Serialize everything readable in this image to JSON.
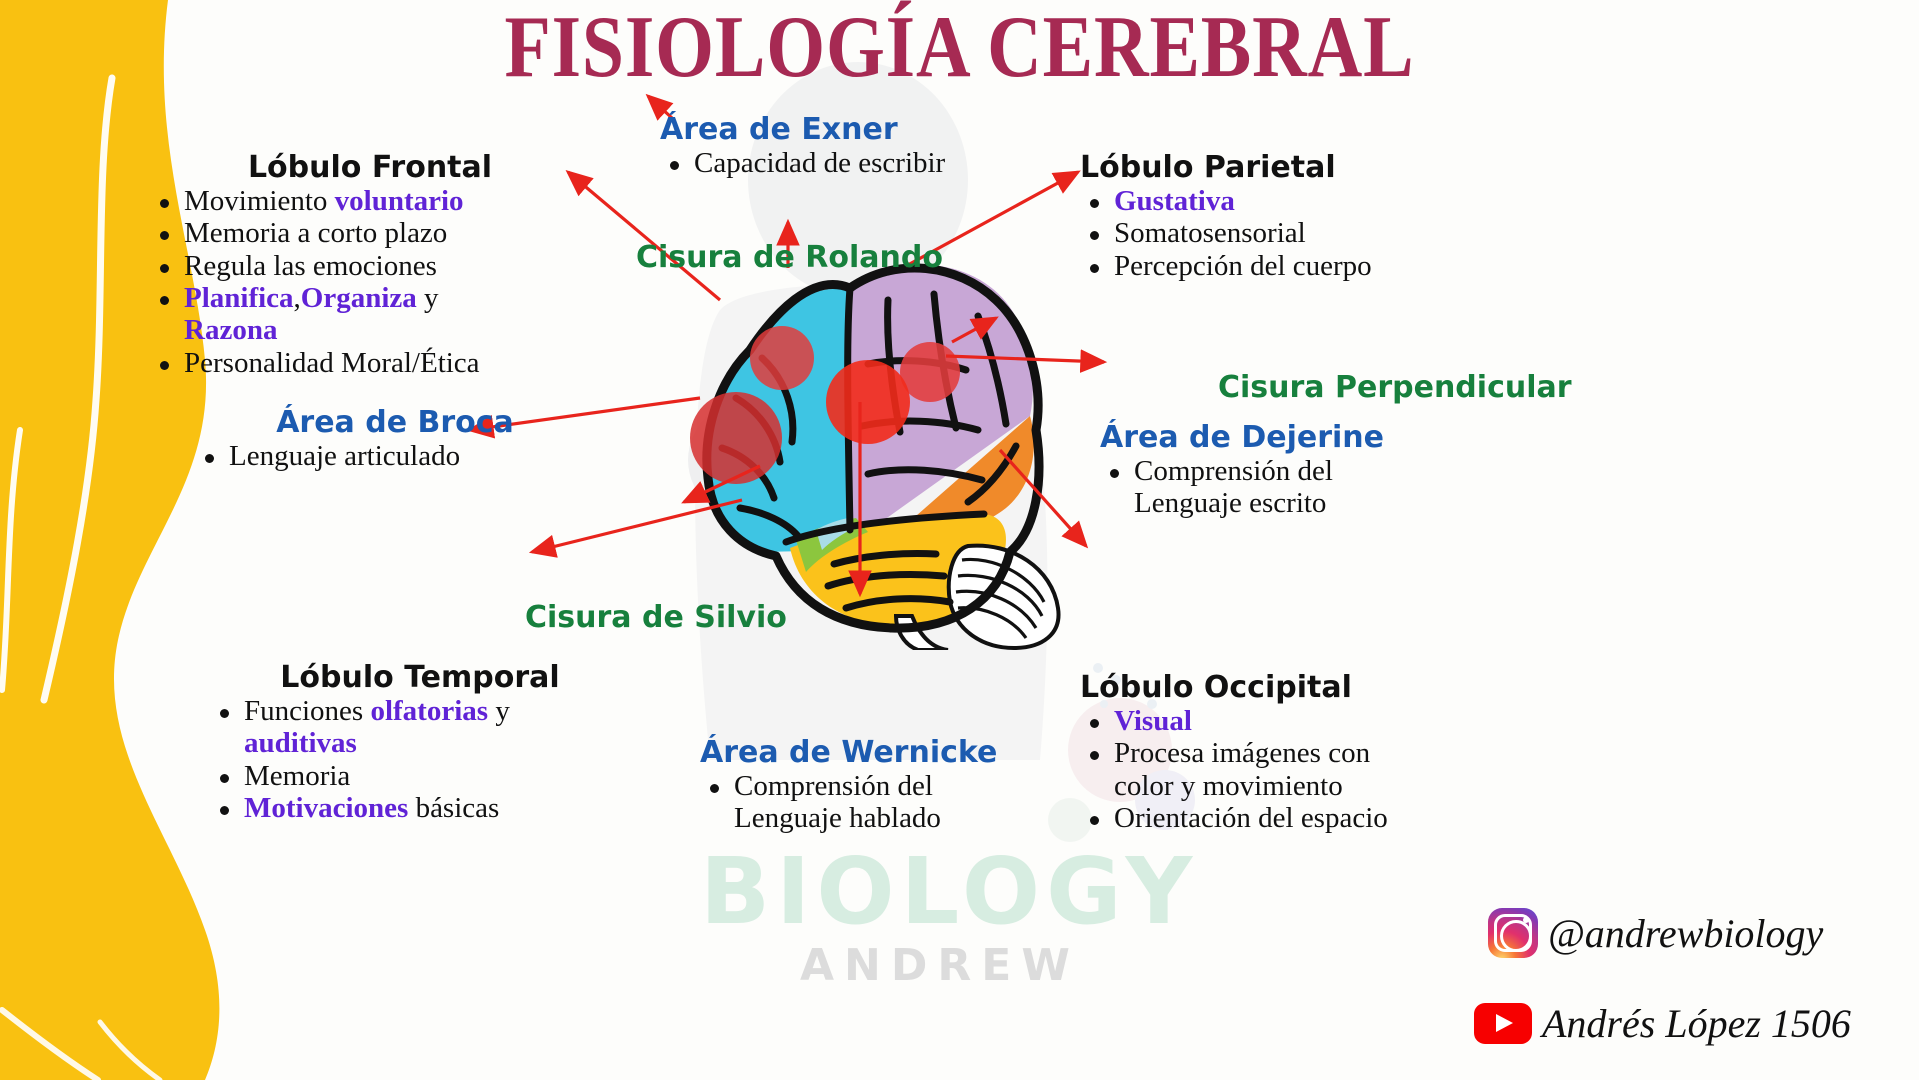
{
  "title": "FISIOLOGÍA CEREBRAL",
  "colors": {
    "title": "#A62A53",
    "accent_yellow": "#F9C111",
    "highlight_purple": "#6023D6",
    "label_blue": "#1C5BB0",
    "label_green": "#17803D",
    "arrow_red": "#E8241C",
    "body_text": "#111111"
  },
  "watermark": {
    "biology": "BIOLOGY",
    "andrew": "ANDREW"
  },
  "blocks": {
    "frontal": {
      "heading": "Lóbulo Frontal",
      "items": [
        {
          "parts": [
            {
              "t": "Movimiento ",
              "hl": false
            },
            {
              "t": "voluntario",
              "hl": true
            }
          ]
        },
        {
          "parts": [
            {
              "t": "Memoria a corto plazo",
              "hl": false
            }
          ]
        },
        {
          "parts": [
            {
              "t": "Regula las emociones",
              "hl": false
            }
          ]
        },
        {
          "parts": [
            {
              "t": "Planifica",
              "hl": true
            },
            {
              "t": ",",
              "hl": false
            },
            {
              "t": "Organiza",
              "hl": true
            },
            {
              "t": " y",
              "hl": false
            }
          ]
        },
        {
          "parts": [
            {
              "t": "Razona",
              "hl": true
            }
          ],
          "continuation": true
        },
        {
          "parts": [
            {
              "t": "Personalidad Moral/Ética",
              "hl": false
            }
          ]
        }
      ]
    },
    "broca": {
      "heading": "Área de Broca",
      "items": [
        {
          "parts": [
            {
              "t": "Lenguaje articulado",
              "hl": false
            }
          ]
        }
      ]
    },
    "temporal": {
      "heading": "Lóbulo Temporal",
      "items": [
        {
          "parts": [
            {
              "t": "Funciones ",
              "hl": false
            },
            {
              "t": "olfatorias",
              "hl": true
            },
            {
              "t": " y",
              "hl": false
            }
          ]
        },
        {
          "parts": [
            {
              "t": "auditivas",
              "hl": true
            }
          ],
          "continuation": true
        },
        {
          "parts": [
            {
              "t": "Memoria",
              "hl": false
            }
          ]
        },
        {
          "parts": [
            {
              "t": "Motivaciones",
              "hl": true
            },
            {
              "t": " básicas",
              "hl": false
            }
          ]
        }
      ]
    },
    "exner": {
      "heading": "Área de Exner",
      "items": [
        {
          "parts": [
            {
              "t": "Capacidad de escribir",
              "hl": false
            }
          ]
        }
      ]
    },
    "wernicke": {
      "heading": "Área de Wernicke",
      "items": [
        {
          "parts": [
            {
              "t": "Comprensión del",
              "hl": false
            }
          ]
        },
        {
          "parts": [
            {
              "t": "Lenguaje hablado",
              "hl": false
            }
          ],
          "continuation": true
        }
      ]
    },
    "parietal": {
      "heading": "Lóbulo Parietal",
      "items": [
        {
          "parts": [
            {
              "t": "Gustativa",
              "hl": true
            }
          ]
        },
        {
          "parts": [
            {
              "t": "Somatosensorial",
              "hl": false
            }
          ]
        },
        {
          "parts": [
            {
              "t": "Percepción del cuerpo",
              "hl": false
            }
          ]
        }
      ]
    },
    "dejerine": {
      "heading": "Área de Dejerine",
      "items": [
        {
          "parts": [
            {
              "t": "Comprensión del",
              "hl": false
            }
          ]
        },
        {
          "parts": [
            {
              "t": "Lenguaje escrito",
              "hl": false
            }
          ],
          "continuation": true
        }
      ]
    },
    "occipital": {
      "heading": "Lóbulo Occipital",
      "items": [
        {
          "parts": [
            {
              "t": "Visual",
              "hl": true
            }
          ]
        },
        {
          "parts": [
            {
              "t": "Procesa imágenes con",
              "hl": false
            }
          ]
        },
        {
          "parts": [
            {
              "t": "color y movimiento",
              "hl": false
            }
          ],
          "continuation": true
        },
        {
          "parts": [
            {
              "t": "Orientación del espacio",
              "hl": false
            }
          ]
        }
      ]
    }
  },
  "fissures": {
    "rolando": "Cisura de Rolando",
    "silvio": "Cisura de Silvio",
    "perpendicular": "Cisura Perpendicular"
  },
  "social": {
    "instagram": "@andrewbiology",
    "youtube": "Andrés López 1506",
    "instagram_icon": "instagram-icon",
    "youtube_icon": "youtube-icon"
  }
}
